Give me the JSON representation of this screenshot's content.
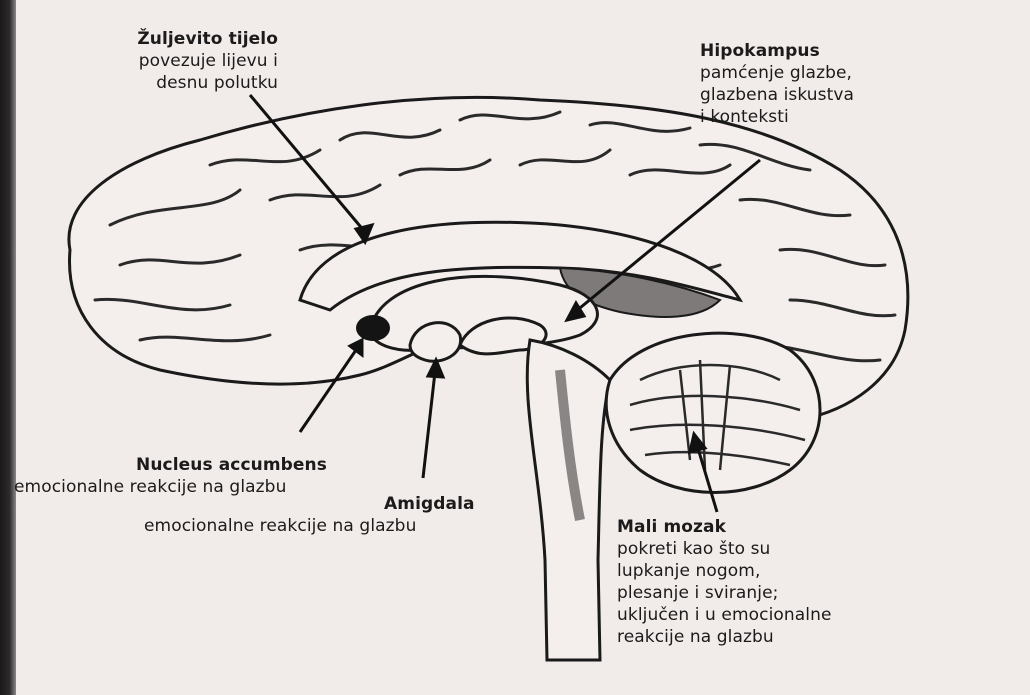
{
  "labels": {
    "corpus_callosum": {
      "title": "Žuljevito tijelo",
      "lines": [
        "povezuje lijevu i",
        "desnu polutku"
      ]
    },
    "hippocampus": {
      "title": "Hipokampus",
      "lines": [
        "pamćenje glazbe,",
        "glazbena iskustva",
        "i konteksti"
      ]
    },
    "nucleus_accumbens": {
      "title": "Nucleus accumbens",
      "lines": [
        "emocionalne reakcije na glazbu"
      ]
    },
    "amygdala": {
      "title": "Amigdala",
      "lines": [
        "emocionalne reakcije na glazbu"
      ]
    },
    "cerebellum": {
      "title": "Mali mozak",
      "lines": [
        "pokreti kao što su",
        "lupkanje nogom,",
        "plesanje i sviranje;",
        "uključen i u emocionalne",
        "reakcije na glazbu"
      ]
    }
  }
}
